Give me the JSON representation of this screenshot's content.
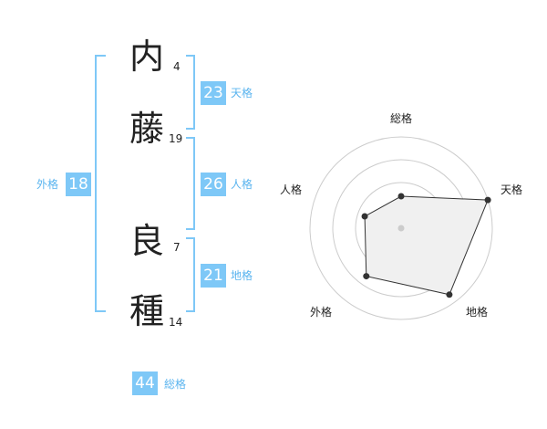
{
  "name": {
    "chars": [
      {
        "char": "内",
        "strokes": "4"
      },
      {
        "char": "藤",
        "strokes": "19"
      },
      {
        "char": "良",
        "strokes": "7"
      },
      {
        "char": "種",
        "strokes": "14"
      }
    ]
  },
  "fortunes": {
    "ten": {
      "value": "23",
      "label": "天格"
    },
    "jin": {
      "value": "26",
      "label": "人格"
    },
    "chi": {
      "value": "21",
      "label": "地格"
    },
    "gai": {
      "value": "18",
      "label": "外格"
    },
    "sou": {
      "value": "44",
      "label": "総格"
    }
  },
  "chart_data": {
    "type": "radar",
    "axes": [
      "総格",
      "天格",
      "地格",
      "外格",
      "人格"
    ],
    "values": [
      0.35,
      1.0,
      0.9,
      0.65,
      0.42
    ],
    "range": [
      0,
      1
    ],
    "rings": 4,
    "colors": {
      "fill": "#f0f0f0",
      "stroke": "#333333",
      "grid": "#cccccc",
      "point": "#333333"
    }
  }
}
